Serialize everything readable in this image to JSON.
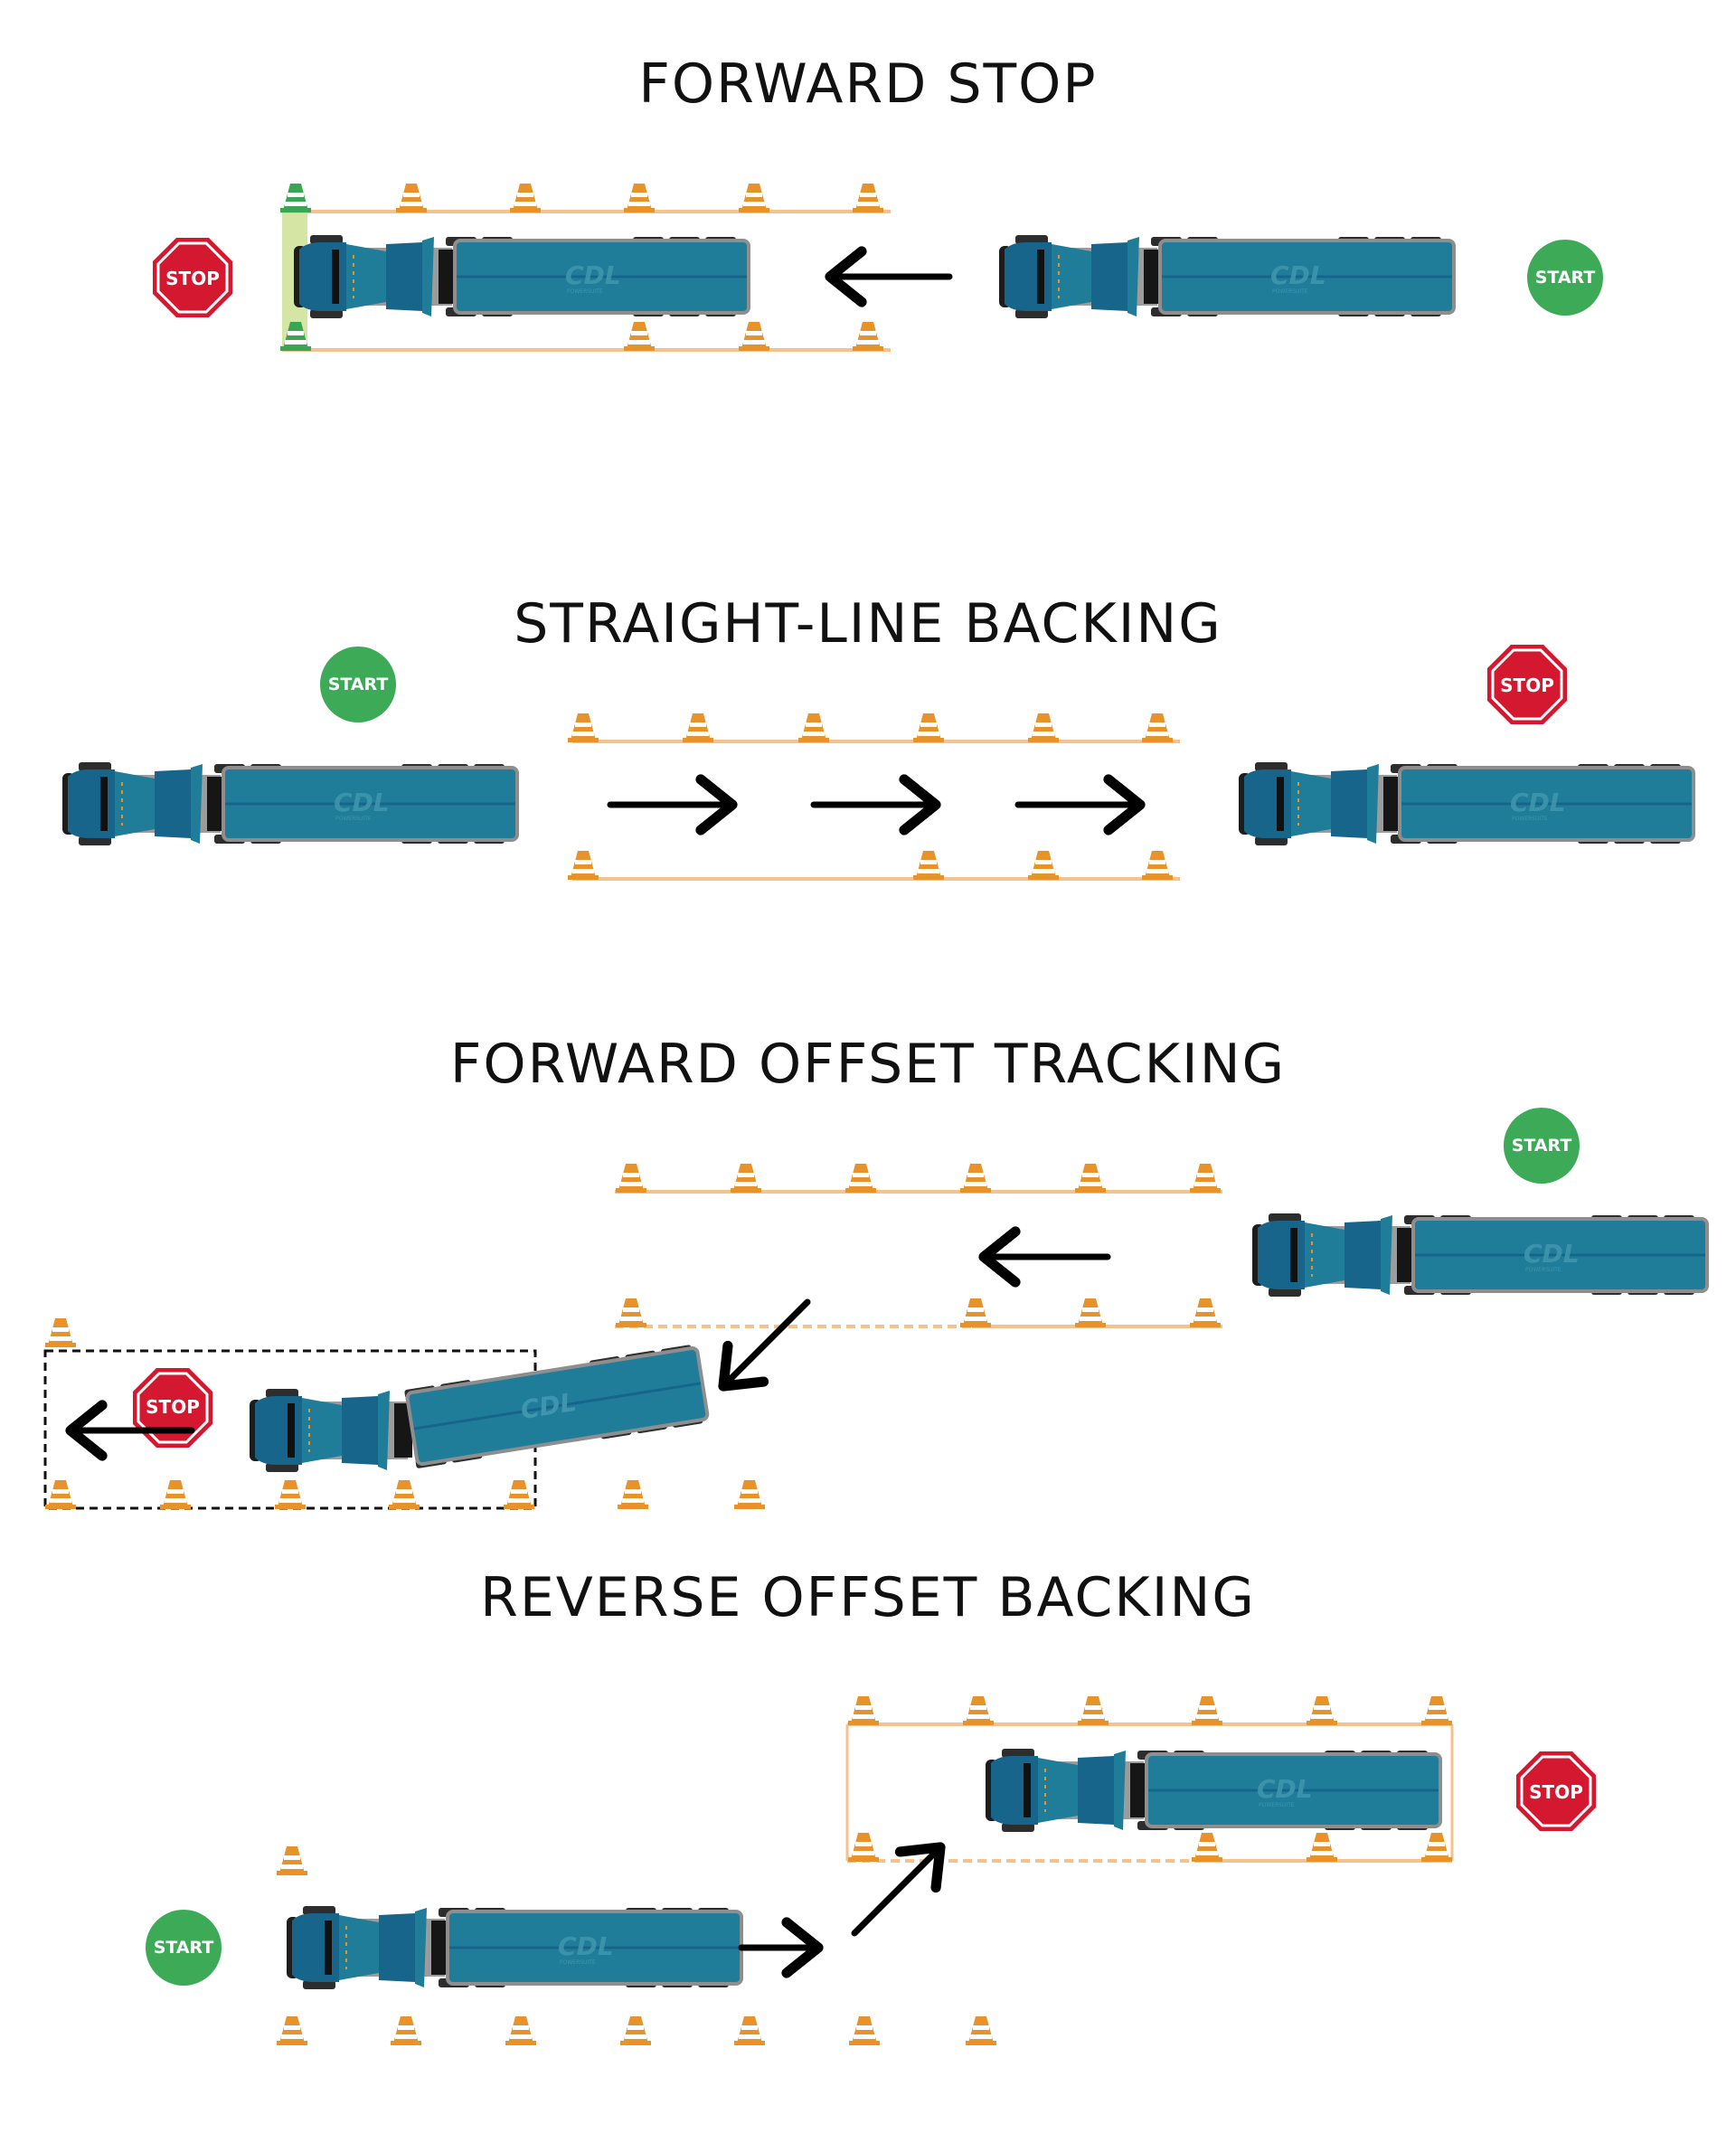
{
  "sections": [
    {
      "title": "FORWARD STOP"
    },
    {
      "title": "STRAIGHT-LINE BACKING"
    },
    {
      "title": "FORWARD OFFSET TRACKING"
    },
    {
      "title": "REVERSE OFFSET BACKING"
    }
  ],
  "signs": {
    "stop_label": "STOP",
    "start_label": "START"
  },
  "truck": {
    "logo_text": "CDL",
    "logo_subtext": "POWERSUITE"
  },
  "colors": {
    "stop_red": "#d4182f",
    "start_green": "#3daa58",
    "trailer_blue": "#1f7d99",
    "cab_dark_blue": "#17658a",
    "cone_orange": "#e8922a",
    "cone_green": "#3aa654",
    "boundary_orange": "#f3c28e",
    "stop_zone_green": "#d4e5a4"
  }
}
